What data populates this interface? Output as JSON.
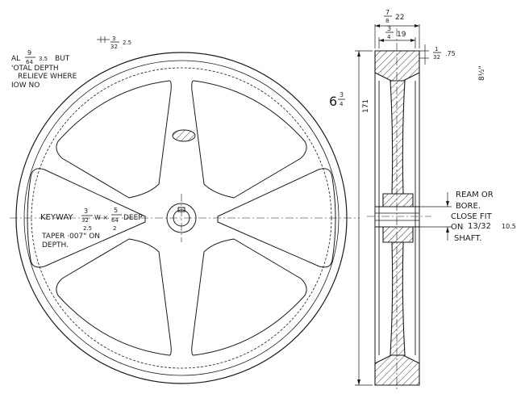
{
  "notes": {
    "top_left": {
      "line1_prefix": "AL",
      "line1_frac_num": "9",
      "line1_frac_den": "64",
      "line1_metric": "3.5",
      "line1_suffix": "BUT",
      "line2": "'OTAL DEPTH",
      "line3": "RELIEVE WHERE",
      "line4": "IOW NO"
    },
    "top_dim": {
      "frac_num": "3",
      "frac_den": "32",
      "metric": "2.5"
    },
    "keyway": {
      "label": "KEYWAY",
      "width_num": "3",
      "width_den": "32",
      "width_unit": "W ×",
      "depth_num": "5",
      "depth_den": "64",
      "depth_unit": "DEEP",
      "width_metric": "2.5",
      "depth_metric": "2",
      "taper_line1": "TAPER ·007\" ON",
      "taper_line2": "DEPTH."
    },
    "bore": {
      "line1": "REAM OR",
      "line2": "BORE.",
      "line3": "CLOSE FIT",
      "line4_prefix": "ON",
      "line4_frac": "13/32",
      "line4_metric": "10.5",
      "line5": "SHAFT."
    }
  },
  "dimensions": {
    "overall_width": {
      "whole": "",
      "num": "7",
      "den": "8",
      "metric": "22"
    },
    "inner_width": {
      "num": "3",
      "den": "4",
      "metric": "19"
    },
    "rim_step": {
      "num": "1",
      "den": "32",
      "metric": ".75"
    },
    "diameter": {
      "whole": "6",
      "num": "3",
      "den": "4",
      "metric": "171"
    },
    "side_label": "8½\""
  },
  "colors": {
    "ink": "#1a1a1a",
    "paper": "#ffffff"
  }
}
